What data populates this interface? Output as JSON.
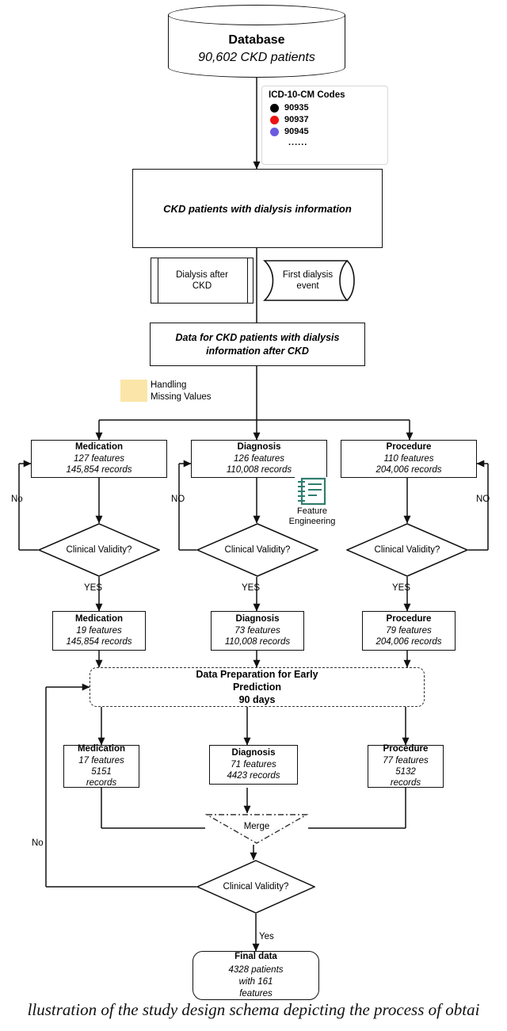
{
  "database": {
    "title": "Database",
    "subtitle": "90,602 CKD patients",
    "shape": "cylinder"
  },
  "icd_legend": {
    "title": "ICD-10-CM Codes",
    "items": [
      {
        "code": "90935",
        "color": "#000000"
      },
      {
        "code": "90937",
        "color": "#ee1111"
      },
      {
        "code": "90945",
        "color": "#6a5ae0"
      }
    ],
    "ellipsis": "......"
  },
  "nodes": {
    "ckd_patients": "CKD patients with dialysis information",
    "dialysis_after_ckd": {
      "line1": "Dialysis after",
      "line2": "CKD"
    },
    "first_dialysis_event": {
      "line1": "First dialysis",
      "line2": "event"
    },
    "data_for_ckd": {
      "line1": "Data for CKD patients with dialysis",
      "line2": "information after CKD"
    },
    "handling_missing_values": {
      "line1": "Handling",
      "line2": "Missing Values",
      "swatch_color": "#fbe5a8"
    },
    "feature_engineering": {
      "line1": "Feature",
      "line2": "Engineering",
      "icon": "notebook-icon",
      "icon_color": "#2e7d70"
    },
    "data_preparation": {
      "line1": "Data Preparation for Early",
      "line2": "Prediction",
      "line3": "90 days"
    },
    "merge": "Merge",
    "final_data": {
      "title": "Final data",
      "line1": "4328 patients",
      "line2": "with 161",
      "line3": "features"
    }
  },
  "stage1": [
    {
      "name": "Medication",
      "features": "127 features",
      "records": "145,854 records"
    },
    {
      "name": "Diagnosis",
      "features": "126 features",
      "records": "110,008 records"
    },
    {
      "name": "Procedure",
      "features": "110 features",
      "records": "204,006 records"
    }
  ],
  "stage2": [
    {
      "name": "Medication",
      "features": "19 features",
      "records": "145,854 records"
    },
    {
      "name": "Diagnosis",
      "features": "73 features",
      "records": "110,008 records"
    },
    {
      "name": "Procedure",
      "features": "79 features",
      "records": "204,006 records"
    }
  ],
  "stage3": [
    {
      "name": "Medication",
      "features": "17 features",
      "records1": "5151",
      "records2": "records"
    },
    {
      "name": "Diagnosis",
      "features": "71 features",
      "records1": "4423 records",
      "records2": ""
    },
    {
      "name": "Procedure",
      "features": "77 features",
      "records1": "5132",
      "records2": "records"
    }
  ],
  "decisions": [
    {
      "label": "Clinical Validity?",
      "no": "No",
      "yes": "YES"
    },
    {
      "label": "Clinical Validity?",
      "no": "NO",
      "yes": "YES"
    },
    {
      "label": "Clinical Validity?",
      "no": "NO",
      "yes": "YES"
    },
    {
      "label": "Clinical Validity?",
      "no": "No",
      "yes": "Yes"
    }
  ],
  "caption": "llustration of the study design schema depicting the process of obtai"
}
